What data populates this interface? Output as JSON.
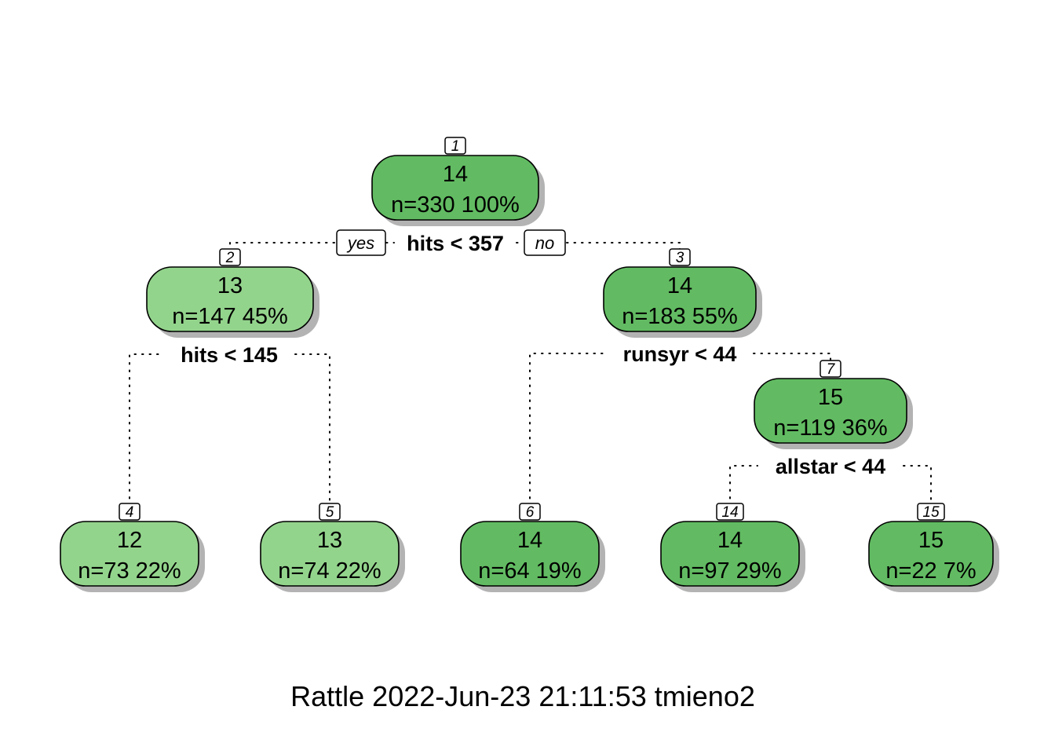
{
  "footer": "Rattle 2022-Jun-23 21:11:53 tmieno2",
  "colors": {
    "light_green": "#93d48c",
    "medium_green": "#62bb62",
    "shadow": "#b3b3b3"
  },
  "branch_labels": {
    "yes": "yes",
    "no": "no"
  },
  "nodes": [
    {
      "id": "1",
      "value": "14",
      "stats": "n=330  100%",
      "fill": "medium_green"
    },
    {
      "id": "2",
      "value": "13",
      "stats": "n=147  45%",
      "fill": "light_green"
    },
    {
      "id": "3",
      "value": "14",
      "stats": "n=183  55%",
      "fill": "medium_green"
    },
    {
      "id": "4",
      "value": "12",
      "stats": "n=73  22%",
      "fill": "light_green"
    },
    {
      "id": "5",
      "value": "13",
      "stats": "n=74  22%",
      "fill": "light_green"
    },
    {
      "id": "6",
      "value": "14",
      "stats": "n=64  19%",
      "fill": "medium_green"
    },
    {
      "id": "7",
      "value": "15",
      "stats": "n=119  36%",
      "fill": "medium_green"
    },
    {
      "id": "14",
      "value": "14",
      "stats": "n=97  29%",
      "fill": "medium_green"
    },
    {
      "id": "15",
      "value": "15",
      "stats": "n=22  7%",
      "fill": "medium_green"
    }
  ],
  "splits": [
    {
      "node": "1",
      "label": "hits < 357"
    },
    {
      "node": "2",
      "label": "hits < 145"
    },
    {
      "node": "3",
      "label": "runsyr < 44"
    },
    {
      "node": "7",
      "label": "allstar < 44"
    }
  ]
}
